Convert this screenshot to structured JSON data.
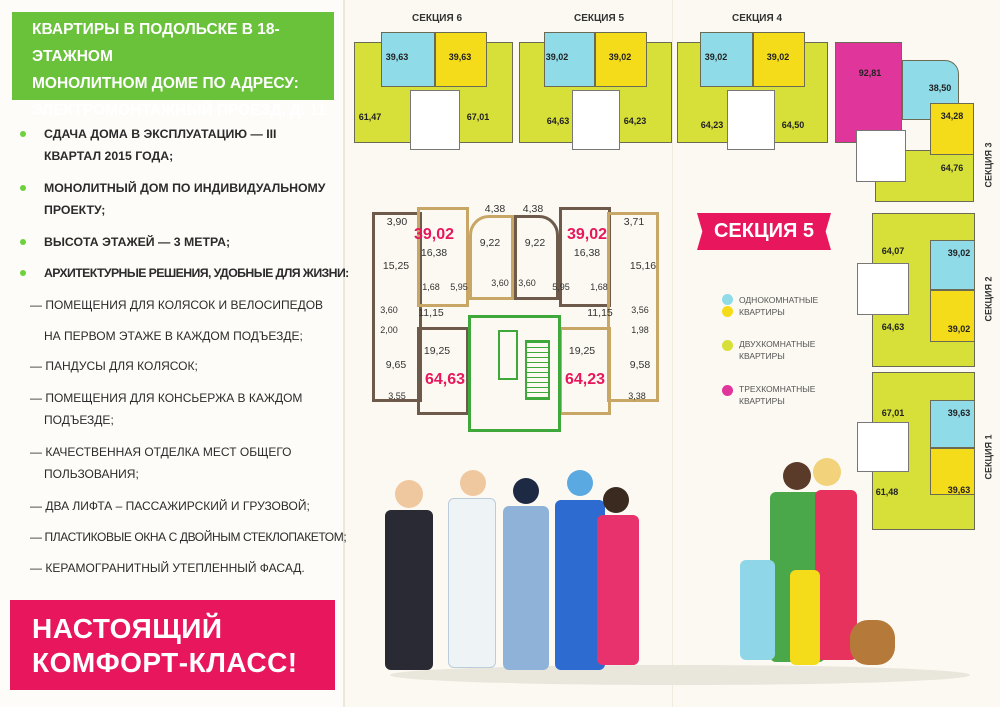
{
  "header": {
    "lines": [
      "КВАРТИРЫ В ПОДОЛЬСКЕ В 18-ЭТАЖНОМ",
      "МОНОЛИТНОМ ДОМЕ ПО АДРЕСУ:",
      "ЭЛЕКТРОМОНТАЖНЫЙ ПРОЕЗД, Д. 11"
    ]
  },
  "bullets": [
    "СДАЧА ДОМА В ЭКСПЛУАТАЦИЮ — III КВАРТАЛ 2015 ГОДА;",
    "МОНОЛИТНЫЙ ДОМ ПО ИНДИВИДУАЛЬНОМУ ПРОЕКТУ;",
    "ВЫСОТА ЭТАЖЕЙ — 3 МЕТРА;",
    "АРХИТЕКТУРНЫЕ РЕШЕНИЯ, УДОБНЫЕ ДЛЯ ЖИЗНИ:"
  ],
  "dashes": [
    "— ПОМЕЩЕНИЯ ДЛЯ КОЛЯСОК И ВЕЛОСИПЕДОВ",
    "НА ПЕРВОМ ЭТАЖЕ В КАЖДОМ ПОДЪЕЗДЕ;",
    "— ПАНДУСЫ ДЛЯ КОЛЯСОК;",
    "— ПОМЕЩЕНИЯ ДЛЯ КОНСЬЕРЖА В КАЖДОМ",
    "ПОДЪЕЗДЕ;",
    "— КАЧЕСТВЕННАЯ ОТДЕЛКА МЕСТ ОБЩЕГО",
    "ПОЛЬЗОВАНИЯ;",
    "— ДВА ЛИФТА – ПАССАЖИРСКИЙ И ГРУЗОВОЙ;",
    "— ПЛАСТИКОВЫЕ ОКНА С ДВОЙНЫМ СТЕКЛОПАКЕТОМ;",
    "— КЕРАМОГРАНИТНЫЙ УТЕПЛЕННЫЙ ФАСАД."
  ],
  "footer": {
    "lines": [
      "НАСТОЯЩИЙ",
      "КОМФОРТ-КЛАСС!"
    ]
  },
  "sections": {
    "s6": {
      "title": "СЕКЦИЯ 6",
      "areas": [
        "39,63",
        "39,63",
        "61,47",
        "67,01"
      ]
    },
    "s5": {
      "title": "СЕКЦИЯ 5",
      "areas": [
        "39,02",
        "39,02",
        "64,63",
        "64,23"
      ]
    },
    "s4": {
      "title": "СЕКЦИЯ 4",
      "areas": [
        "39,02",
        "39,02",
        "64,23",
        "64,50"
      ]
    },
    "s3": {
      "title": "СЕКЦИЯ 3",
      "areas": [
        "92,81",
        "38,50",
        "34,28",
        "64,76"
      ]
    },
    "s2": {
      "title": "СЕКЦИЯ 2",
      "areas": [
        "64,07",
        "39,02",
        "64,63",
        "39,02"
      ]
    },
    "s1": {
      "title": "СЕКЦИЯ 1",
      "areas": [
        "67,01",
        "39,63",
        "39,63",
        "61,48"
      ]
    }
  },
  "plan": {
    "totals": [
      "39,02",
      "39,02",
      "64,63",
      "64,23"
    ],
    "rooms": [
      "3,90",
      "16,38",
      "4,38",
      "9,22",
      "4,38",
      "9,22",
      "16,38",
      "3,71",
      "15,25",
      "15,16",
      "1,68",
      "5,95",
      "3,60",
      "3,60",
      "5,95",
      "1,68",
      "3,60",
      "11,15",
      "11,15",
      "3,56",
      "2,00",
      "1,98",
      "19,25",
      "19,25",
      "9,65",
      "9,58",
      "3,55",
      "3,38"
    ]
  },
  "ribbon": "СЕКЦИЯ 5",
  "legend": [
    {
      "text1": "ОДНОКОМНАТНЫЕ",
      "text2": "КВАРТИРЫ",
      "colors": [
        "#8fdbe8",
        "#f5dc1a"
      ]
    },
    {
      "text1": "ДВУХКОМНАТНЫЕ",
      "text2": "КВАРТИРЫ",
      "colors": [
        "#d6e039"
      ]
    },
    {
      "text1": "ТРЕХКОМНАТНЫЕ",
      "text2": "КВАРТИРЫ",
      "colors": [
        "#e0359a"
      ]
    }
  ],
  "colors": {
    "green": "#69c23a",
    "pink": "#e8175d",
    "lime": "#d6e039",
    "cyan": "#8fdbe8",
    "yellow": "#f5dc1a",
    "magenta": "#e0359a"
  }
}
